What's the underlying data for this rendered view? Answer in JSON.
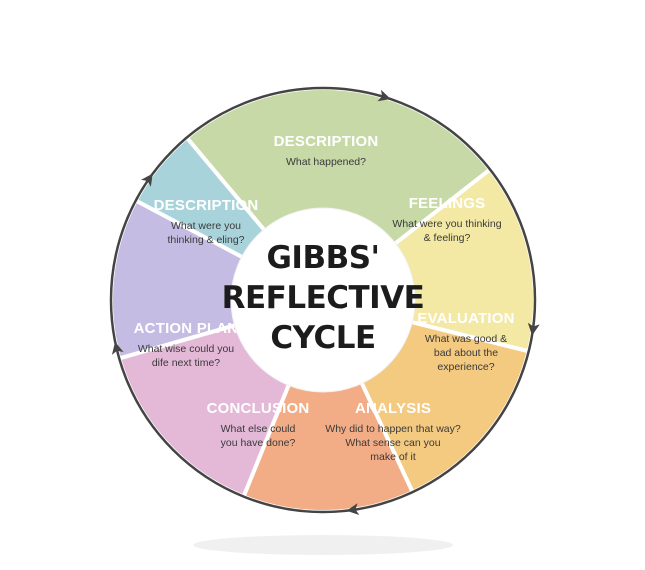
{
  "center": {
    "line1": "GIBBS'",
    "line2": "REFLECTIVE",
    "line3": "CYCLE"
  },
  "segments": [
    {
      "title": "DESCRIPTION",
      "line1": "What happened?",
      "line2": "",
      "line3": "",
      "color": "#c7d9a7"
    },
    {
      "title": "FEELINGS",
      "line1": "What were you thinking",
      "line2": "& feeling?",
      "line3": "",
      "color": "#f3e8a4"
    },
    {
      "title": "EVALUATION",
      "line1": "What was good &",
      "line2": "bad about the",
      "line3": "experience?",
      "color": "#f4c980"
    },
    {
      "title": "ANALYSIS",
      "line1": "Why did to happen that way?",
      "line2": "What sense can you",
      "line3": "make of it",
      "color": "#f2ad86"
    },
    {
      "title": "CONCLUSION",
      "line1": "What else could",
      "line2": "you have done?",
      "line3": "",
      "color": "#e4b9d7"
    },
    {
      "title": "ACTION PLAN",
      "line1": "What wise could you",
      "line2": "dife next time?",
      "line3": "",
      "color": "#c5bce3"
    },
    {
      "title": "DESCRIPTION",
      "line1": "What were you",
      "line2": "thinking & eling?",
      "line3": "",
      "color": "#a9d3da"
    }
  ],
  "colors": {
    "ring_stroke": "#444444",
    "divider": "#ffffff",
    "center_fill": "#ffffff"
  }
}
